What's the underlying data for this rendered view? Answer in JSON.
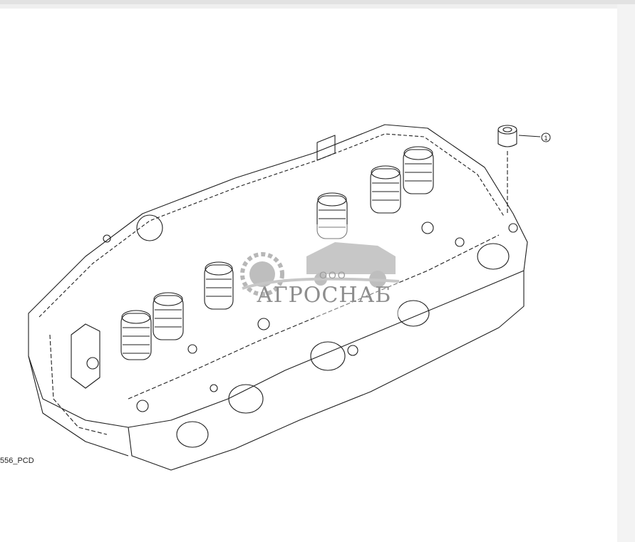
{
  "figure_code": "556_PCD",
  "callouts": [
    {
      "label": "1"
    }
  ],
  "watermark": {
    "line1": "ООО",
    "line2": "АГРОСНАБ"
  },
  "colors": {
    "line": "#1e1e1e",
    "watermark": "#8d8d8d",
    "background": "#ffffff"
  }
}
